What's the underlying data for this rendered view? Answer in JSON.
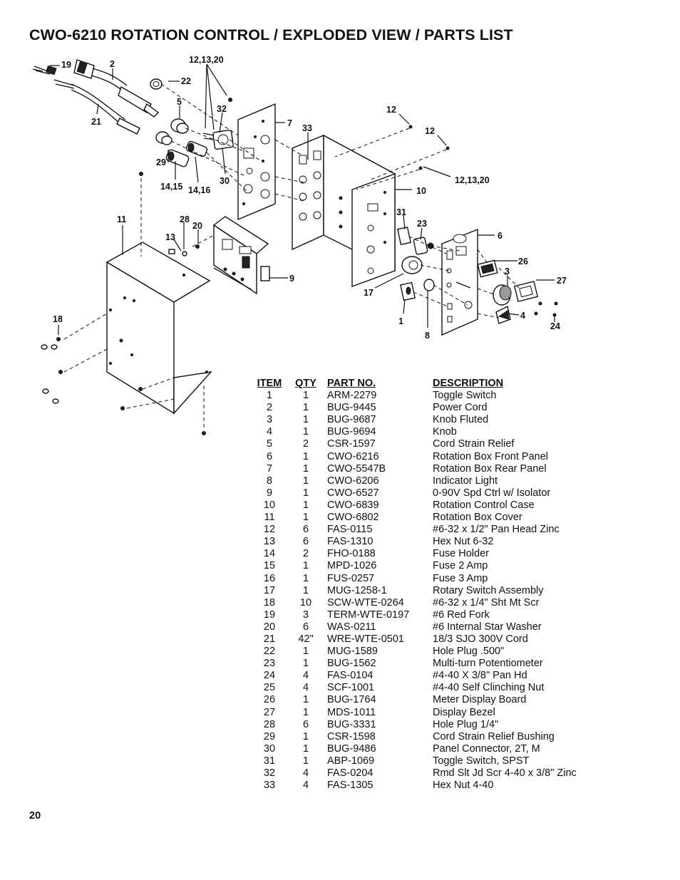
{
  "page": {
    "title": "CWO-6210 ROTATION CONTROL / EXPLODED VIEW / PARTS LIST",
    "page_number": "20"
  },
  "diagram": {
    "callouts": {
      "c19": "19",
      "c2": "2",
      "c12_13_20a": "12,13,20",
      "c22": "22",
      "c5": "5",
      "c32": "32",
      "c21": "21",
      "c7": "7",
      "c33": "33",
      "c12a": "12",
      "c12b": "12",
      "c29": "29",
      "c30": "30",
      "c14_15": "14,15",
      "c14_16": "14,16",
      "c12_13_20b": "12,13,20",
      "c10": "10",
      "c11": "11",
      "c28": "28",
      "c20": "20",
      "c13": "13",
      "c31": "31",
      "c23": "23",
      "c6": "6",
      "c26": "26",
      "c3": "3",
      "c27": "27",
      "c9": "9",
      "c17": "17",
      "c4": "4",
      "c24": "24",
      "c18": "18",
      "c1": "1",
      "c8": "8"
    }
  },
  "parts_table": {
    "headers": {
      "item": "ITEM",
      "qty": "QTY",
      "part_no": "PART NO.",
      "description": "DESCRIPTION"
    },
    "rows": [
      {
        "item": "1",
        "qty": "1",
        "part_no": "ARM-2279",
        "description": "Toggle Switch"
      },
      {
        "item": "2",
        "qty": "1",
        "part_no": "BUG-9445",
        "description": "Power Cord"
      },
      {
        "item": "3",
        "qty": "1",
        "part_no": "BUG-9687",
        "description": "Knob Fluted"
      },
      {
        "item": "4",
        "qty": "1",
        "part_no": "BUG-9694",
        "description": "Knob"
      },
      {
        "item": "5",
        "qty": "2",
        "part_no": "CSR-1597",
        "description": "Cord Strain Relief"
      },
      {
        "item": "6",
        "qty": "1",
        "part_no": "CWO-6216",
        "description": "Rotation Box Front Panel"
      },
      {
        "item": "7",
        "qty": "1",
        "part_no": "CWO-5547B",
        "description": "Rotation Box Rear Panel"
      },
      {
        "item": "8",
        "qty": "1",
        "part_no": "CWO-6206",
        "description": "Indicator Light"
      },
      {
        "item": "9",
        "qty": "1",
        "part_no": "CWO-6527",
        "description": "0-90V Spd Ctrl w/ Isolator"
      },
      {
        "item": "10",
        "qty": "1",
        "part_no": "CWO-6839",
        "description": "Rotation Control Case"
      },
      {
        "item": "11",
        "qty": "1",
        "part_no": "CWO-6802",
        "description": "Rotation Box Cover"
      },
      {
        "item": "12",
        "qty": "6",
        "part_no": "FAS-0115",
        "description": "#6-32 x 1/2\" Pan Head Zinc"
      },
      {
        "item": "13",
        "qty": "6",
        "part_no": "FAS-1310",
        "description": "Hex Nut 6-32"
      },
      {
        "item": "14",
        "qty": "2",
        "part_no": "FHO-0188",
        "description": "Fuse Holder"
      },
      {
        "item": "15",
        "qty": "1",
        "part_no": "MPD-1026",
        "description": "Fuse 2 Amp"
      },
      {
        "item": "16",
        "qty": "1",
        "part_no": "FUS-0257",
        "description": "Fuse 3 Amp"
      },
      {
        "item": "17",
        "qty": "1",
        "part_no": "MUG-1258-1",
        "description": "Rotary Switch Assembly"
      },
      {
        "item": "18",
        "qty": "10",
        "part_no": "SCW-WTE-0264",
        "description": "#6-32 x 1/4\" Sht Mt Scr"
      },
      {
        "item": "19",
        "qty": "3",
        "part_no": "TERM-WTE-0197",
        "description": "#6 Red Fork"
      },
      {
        "item": "20",
        "qty": "6",
        "part_no": "WAS-0211",
        "description": "#6 Internal Star Washer"
      },
      {
        "item": "21",
        "qty": "42\"",
        "part_no": "WRE-WTE-0501",
        "description": "18/3 SJO 300V Cord"
      },
      {
        "item": "22",
        "qty": "1",
        "part_no": "MUG-1589",
        "description": "Hole Plug .500\""
      },
      {
        "item": "23",
        "qty": "1",
        "part_no": "BUG-1562",
        "description": "Multi-turn Potentiometer"
      },
      {
        "item": "24",
        "qty": "4",
        "part_no": "FAS-0104",
        "description": "#4-40 X 3/8\" Pan Hd"
      },
      {
        "item": "25",
        "qty": "4",
        "part_no": "SCF-1001",
        "description": "#4-40 Self Clinching Nut"
      },
      {
        "item": "26",
        "qty": "1",
        "part_no": "BUG-1764",
        "description": "Meter Display Board"
      },
      {
        "item": "27",
        "qty": "1",
        "part_no": "MDS-1011",
        "description": "Display Bezel"
      },
      {
        "item": "28",
        "qty": "6",
        "part_no": "BUG-3331",
        "description": "Hole Plug 1/4\""
      },
      {
        "item": "29",
        "qty": "1",
        "part_no": "CSR-1598",
        "description": "Cord Strain Relief Bushing"
      },
      {
        "item": "30",
        "qty": "1",
        "part_no": "BUG-9486",
        "description": "Panel Connector, 2T, M"
      },
      {
        "item": "31",
        "qty": "1",
        "part_no": "ABP-1069",
        "description": "Toggle Switch, SPST"
      },
      {
        "item": "32",
        "qty": "4",
        "part_no": "FAS-0204",
        "description": "Rmd Slt Jd Scr 4-40 x 3/8\" Zinc"
      },
      {
        "item": "33",
        "qty": "4",
        "part_no": "FAS-1305",
        "description": "Hex Nut 4-40"
      }
    ]
  }
}
